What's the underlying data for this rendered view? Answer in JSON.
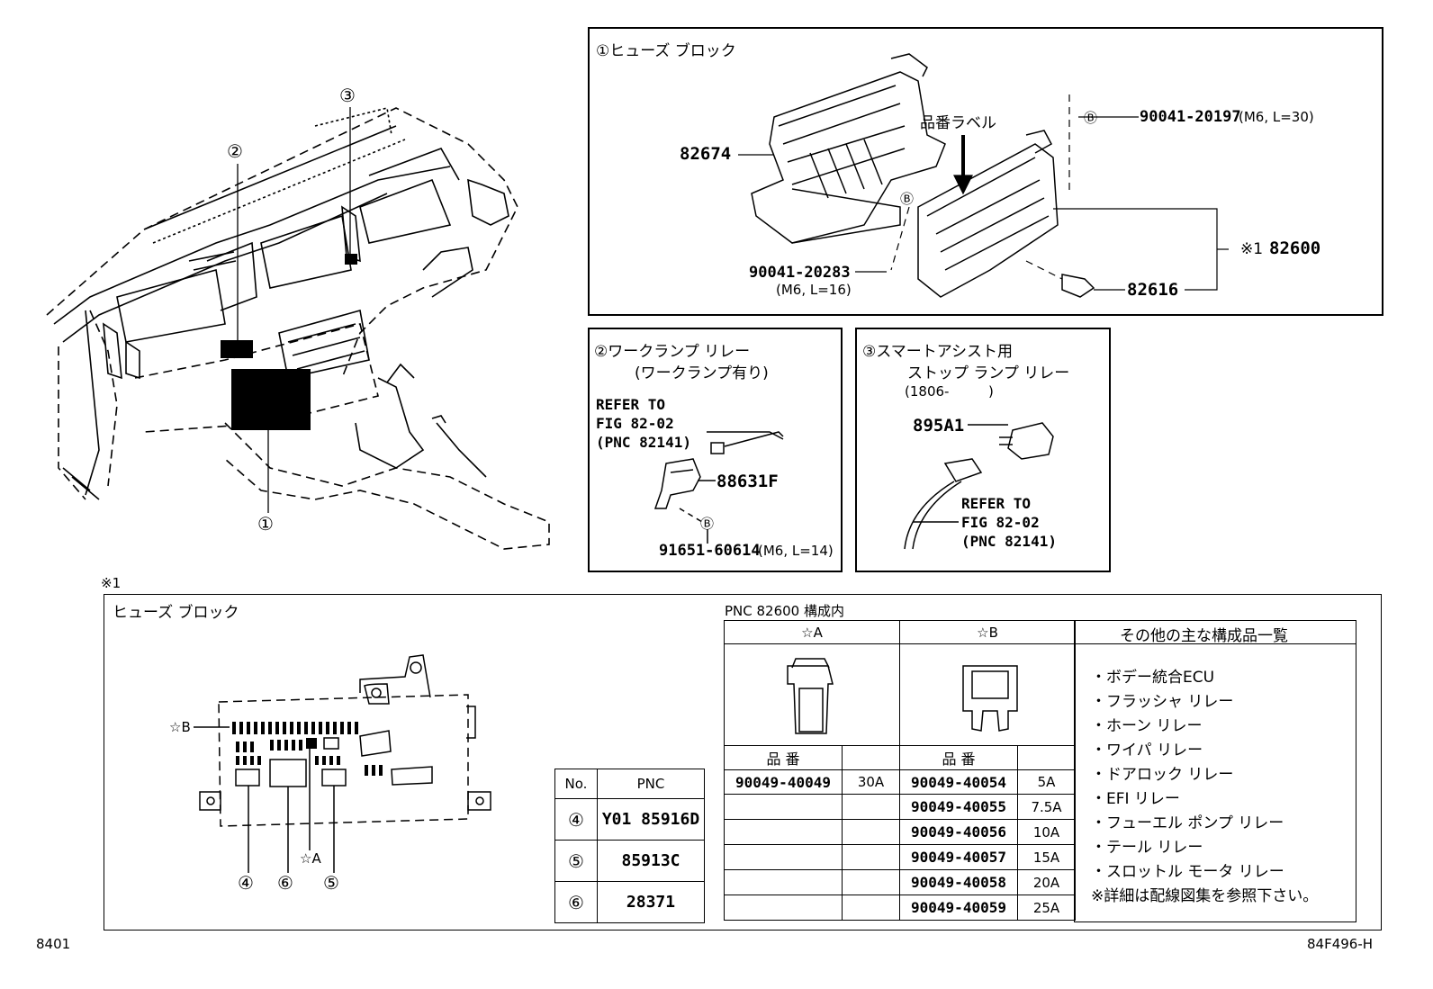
{
  "main": {
    "page_code_left": "8401",
    "page_code_right": "84F496-H",
    "note_mark": "※1",
    "circle_1": "①",
    "circle_2": "②",
    "circle_3": "③"
  },
  "panel1": {
    "title": "①ヒューズ ブロック",
    "part_82674": "82674",
    "label_hinban": "品番ラベル",
    "b_mark_top": "Ⓑ",
    "bolt_top": "90041-20197",
    "bolt_top_spec": "(M6, L=30)",
    "b_mark_mid": "Ⓑ",
    "bolt_low": "90041-20283",
    "bolt_low_spec": "(M6, L=16)",
    "ref_mark": "※1",
    "part_82600": "82600",
    "part_82616": "82616"
  },
  "panel2": {
    "title": "②ワークランプ リレー",
    "subtitle": "(ワークランプ有り)",
    "refer_l1": "REFER TO",
    "refer_l2": "FIG 82-02",
    "refer_l3": "(PNC 82141)",
    "part_88631f": "88631F",
    "b_mark": "Ⓑ",
    "bolt": "91651-60614",
    "bolt_spec": "(M6, L=14)"
  },
  "panel3": {
    "title": "③スマートアシスト用",
    "subtitle": "ストップ ランプ リレー",
    "date_range": "(1806-",
    "date_close": ")",
    "part_895a1": "895A1",
    "refer_l1": "REFER TO",
    "refer_l2": "FIG 82-02",
    "refer_l3": "(PNC 82141)"
  },
  "fuse_block": {
    "title": "ヒューズ ブロック",
    "star_b": "☆B",
    "star_a": "☆A",
    "c4": "④",
    "c6": "⑥",
    "c5": "⑤"
  },
  "pnc_table": {
    "headers": [
      "No.",
      "PNC"
    ],
    "rows": [
      {
        "no": "④",
        "pnc": "Y01 85916D"
      },
      {
        "no": "⑤",
        "pnc": "85913C"
      },
      {
        "no": "⑥",
        "pnc": "28371"
      }
    ]
  },
  "fuse_table": {
    "caption": "PNC 82600 構成内",
    "star_a": "☆A",
    "star_b": "☆B",
    "hinban_a": "品 番",
    "hinban_b": "品 番",
    "a_rows": [
      {
        "part": "90049-40049",
        "amp": "30A"
      }
    ],
    "b_rows": [
      {
        "part": "90049-40054",
        "amp": "5A"
      },
      {
        "part": "90049-40055",
        "amp": "7.5A"
      },
      {
        "part": "90049-40056",
        "amp": "10A"
      },
      {
        "part": "90049-40057",
        "amp": "15A"
      },
      {
        "part": "90049-40058",
        "amp": "20A"
      },
      {
        "part": "90049-40059",
        "amp": "25A"
      }
    ]
  },
  "components": {
    "header": "その他の主な構成品一覧",
    "items": [
      "・ボデー統合ECU",
      "・フラッシャ リレー",
      "・ホーン リレー",
      "・ワイパ リレー",
      "・ドアロック リレー",
      "・EFI リレー",
      "・フューエル ポンプ リレー",
      "・テール リレー",
      "・スロットル モータ リレー"
    ],
    "note": "※詳細は配線図集を参照下さい。"
  }
}
